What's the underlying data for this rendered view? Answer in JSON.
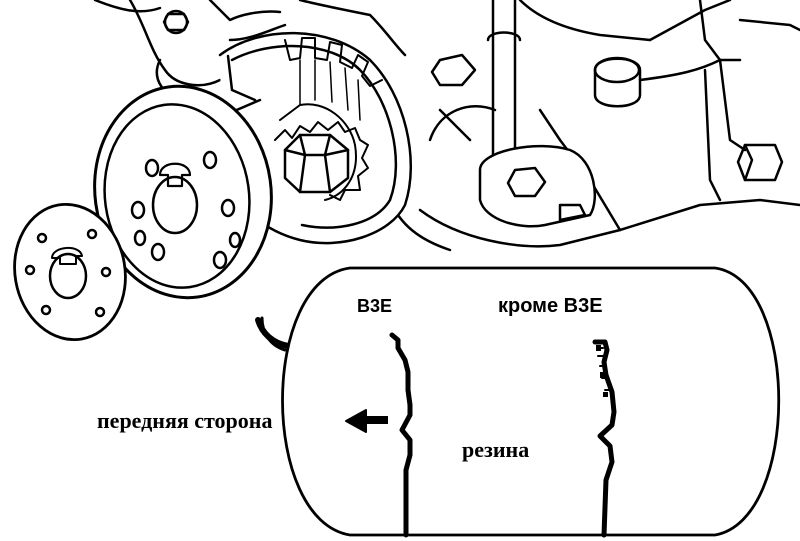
{
  "labels": {
    "variant_b3e": "B3E",
    "variant_except_b3e": "кроме B3E",
    "front_side": "передняя сторона",
    "rubber": "резина"
  },
  "colors": {
    "ink": "#000000",
    "paper": "#ffffff"
  }
}
